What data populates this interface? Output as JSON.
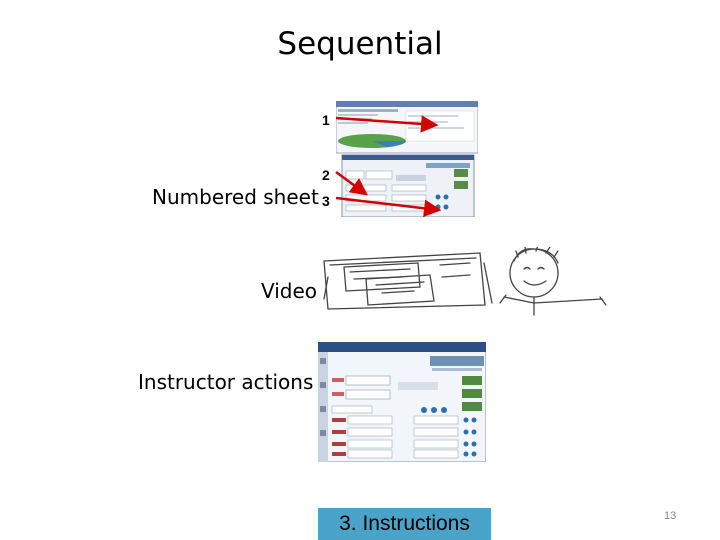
{
  "slide": {
    "title": "Sequential",
    "page_number": "13"
  },
  "numbered_sheet": {
    "label": "Numbered sheet",
    "markers": [
      "1",
      "2",
      "3"
    ],
    "arrow_color": "#d40000"
  },
  "video": {
    "label": "Video"
  },
  "instructor": {
    "label": "Instructor actions"
  },
  "footer": {
    "section_label": "3. Instructions",
    "section_color": "#4aa3c9"
  }
}
